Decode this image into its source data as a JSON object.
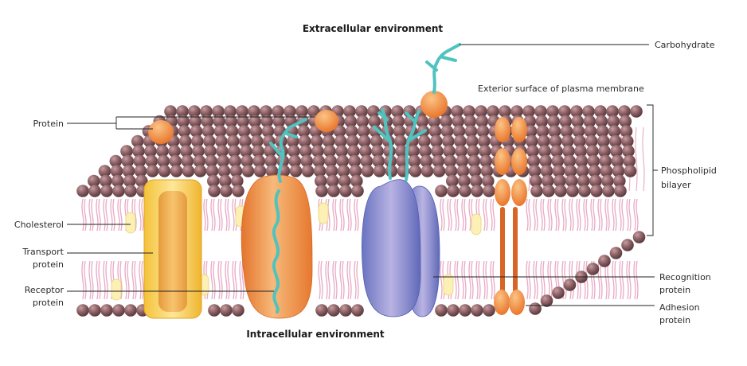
{
  "titles": {
    "top": "Extracellular environment",
    "bottom": "Intracellular environment"
  },
  "labels": {
    "carbohydrate": "Carbohydrate",
    "exterior_surface": "Exterior surface of plasma membrane",
    "protein": "Protein",
    "phospholipid_line1": "Phospholipid",
    "phospholipid_line2": "bilayer",
    "cholesterol": "Cholesterol",
    "transport_line1": "Transport",
    "transport_line2": "protein",
    "receptor_line1": "Receptor",
    "receptor_line2": "protein",
    "recognition_line1": "Recognition",
    "recognition_line2": "protein",
    "adhesion_line1": "Adhesion",
    "adhesion_line2": "protein"
  },
  "colors": {
    "phospholipid_head": "#8a5f63",
    "lipid_tail": "#e8a9c4",
    "cholesterol": "#fdf0b4",
    "transport_protein": "#f6c94a",
    "receptor_protein": "#f08a3c",
    "recognition_protein": "#7c86c8",
    "adhesion_protein": "#ef8a3a",
    "carbohydrate": "#4fc3c0"
  }
}
